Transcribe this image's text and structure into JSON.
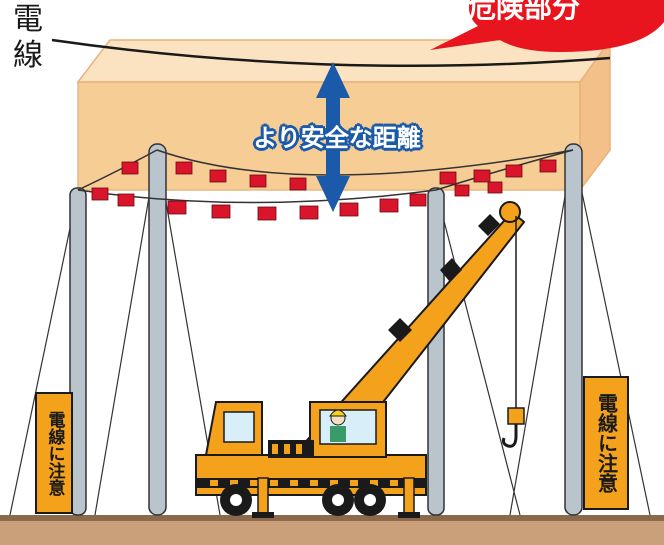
{
  "labels": {
    "wire": "電線",
    "danger_zone": "危険部分",
    "safe_distance": "より安全な距離",
    "sign_left": "電線に注意",
    "sign_right": "電線に注意"
  },
  "colors": {
    "danger_box": "#f7c98e",
    "danger_bubble": "#e8141e",
    "arrow": "#1a5aa8",
    "crane_body": "#f4a11c",
    "flags": "#d8152a",
    "poles": "#b9c4cc",
    "ground": "#8a6a4a",
    "sign": "#f4a11c"
  },
  "icons": {
    "arrow": "double-vertical-arrow",
    "crane": "mobile-crane",
    "hook": "crane-hook",
    "worker": "operator-with-helmet"
  }
}
